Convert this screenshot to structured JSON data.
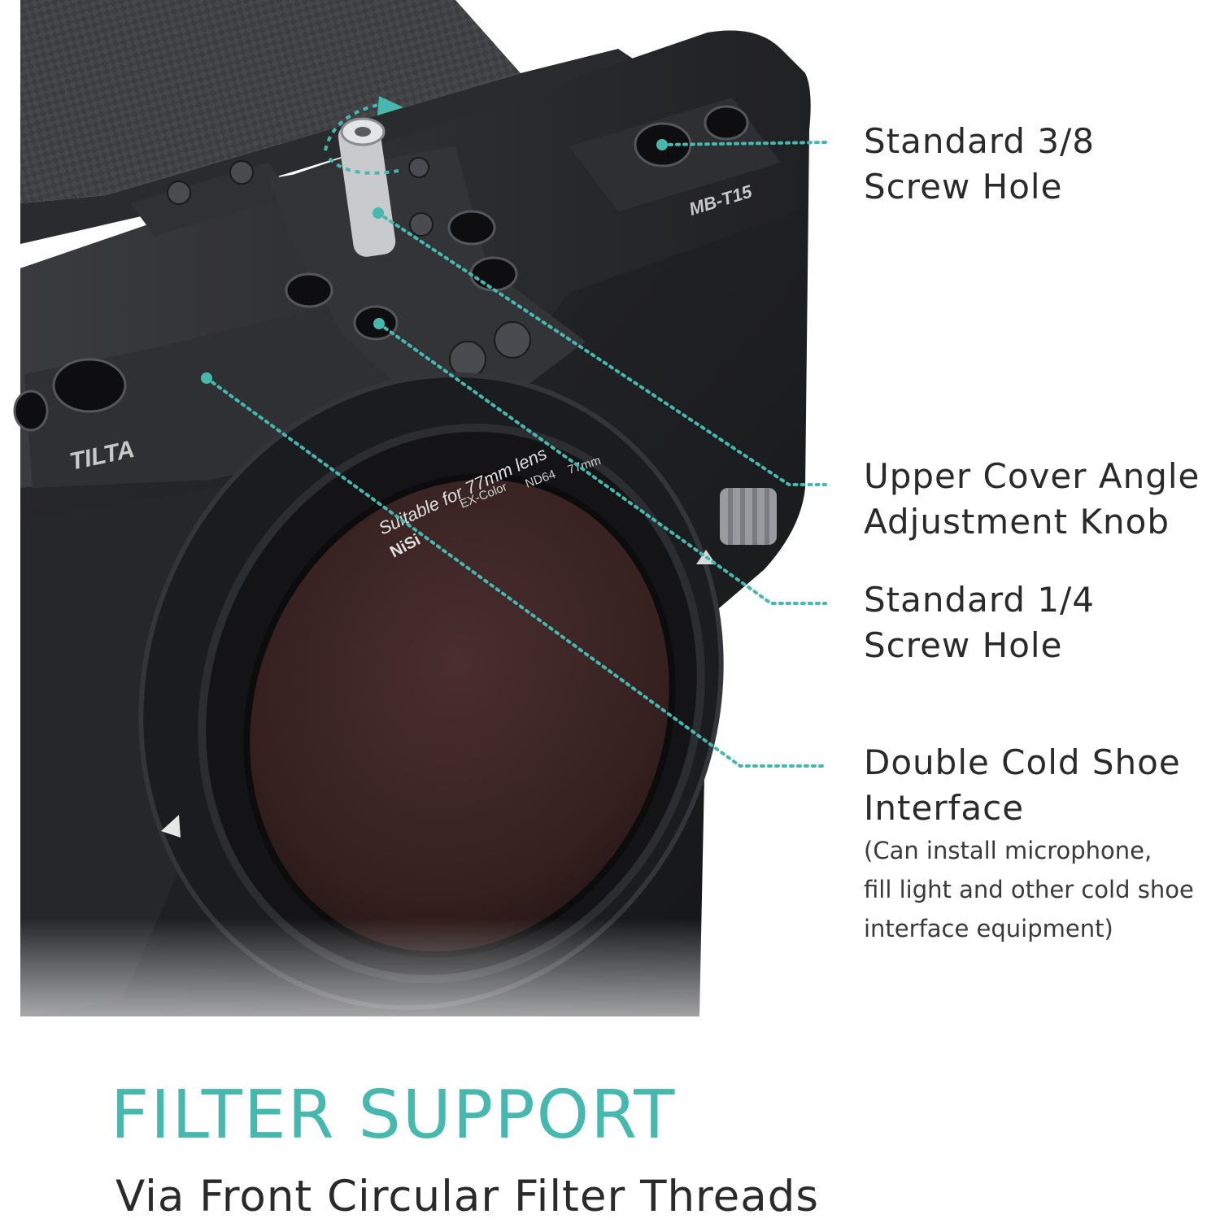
{
  "callouts": [
    {
      "lines": [
        "Standard 3/8",
        "Screw Hole"
      ]
    },
    {
      "lines": [
        "Upper Cover Angle",
        "Adjustment Knob"
      ]
    },
    {
      "lines": [
        "Standard 1/4",
        "Screw Hole"
      ]
    },
    {
      "lines": [
        "Double Cold Shoe",
        "Interface"
      ],
      "notes": [
        "(Can install microphone,",
        "fill light and other cold shoe",
        "interface equipment)"
      ]
    }
  ],
  "product_markings": {
    "matte_box_model": "MB-T15",
    "brand_logo": "TILTA",
    "filter_ring_text": "Suitable for 77mm lens",
    "filter_brand": "NiSi",
    "filter_series": "EX-Color",
    "filter_strength": "ND64",
    "filter_size": "77mm"
  },
  "headline": "FILTER SUPPORT",
  "subline": "Via Front Circular Filter Threads",
  "colors": {
    "accent": "#46b8ad",
    "text": "#2a2a2a",
    "body": "#1f2022",
    "filter_glass": "#3a2224"
  },
  "icons": [
    "rotation-arrow-icon",
    "lock-arrow-icon"
  ]
}
